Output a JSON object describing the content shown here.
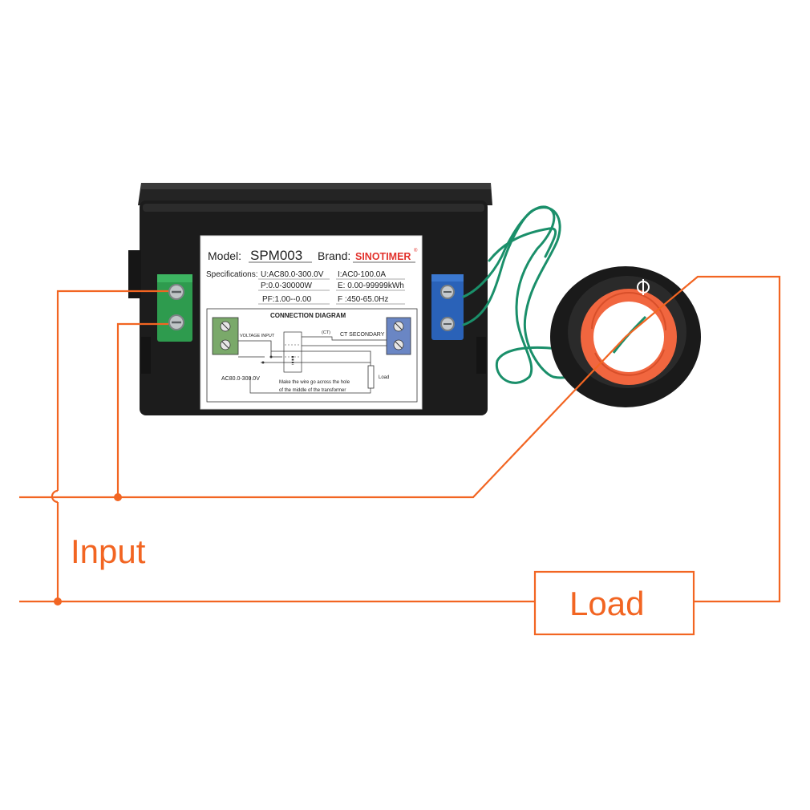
{
  "label_sticker": {
    "model_label": "Model:",
    "model_value": "SPM003",
    "brand_label": "Brand:",
    "brand_value": "SINOTIMER",
    "brand_mark": "®",
    "specs_label": "Specifications:",
    "spec_u": "U:AC80.0-300.0V",
    "spec_i": "I:AC0-100.0A",
    "spec_p": "P:0.0-30000W",
    "spec_e": "E: 0.00-99999kWh",
    "spec_pf": "PF:1.00--0.00",
    "spec_f": "F :450-65.0Hz",
    "connection_title": "CONNECTION DIAGRAM",
    "voltage_input": "VOLTAGE INPUT",
    "ct_label": "(CT)",
    "ct_secondary": "CT SECONDARY",
    "voltage_range": "AC80.0-300.0V",
    "note_line1": "Make the wire go across the hole",
    "note_line2": "of the middle of the transformer",
    "small_load": "Load"
  },
  "wiring": {
    "input_label": "Input",
    "load_label": "Load",
    "wire_color": "#f26522"
  },
  "colors": {
    "meter_body": "#1c1c1c",
    "terminal_green": "#2e9b4e",
    "terminal_blue": "#2a62b8",
    "ct_wire": "#1a8f6a",
    "ct_ring_outer": "#1a1a1a",
    "ct_ring_inner": "#f1663f"
  }
}
